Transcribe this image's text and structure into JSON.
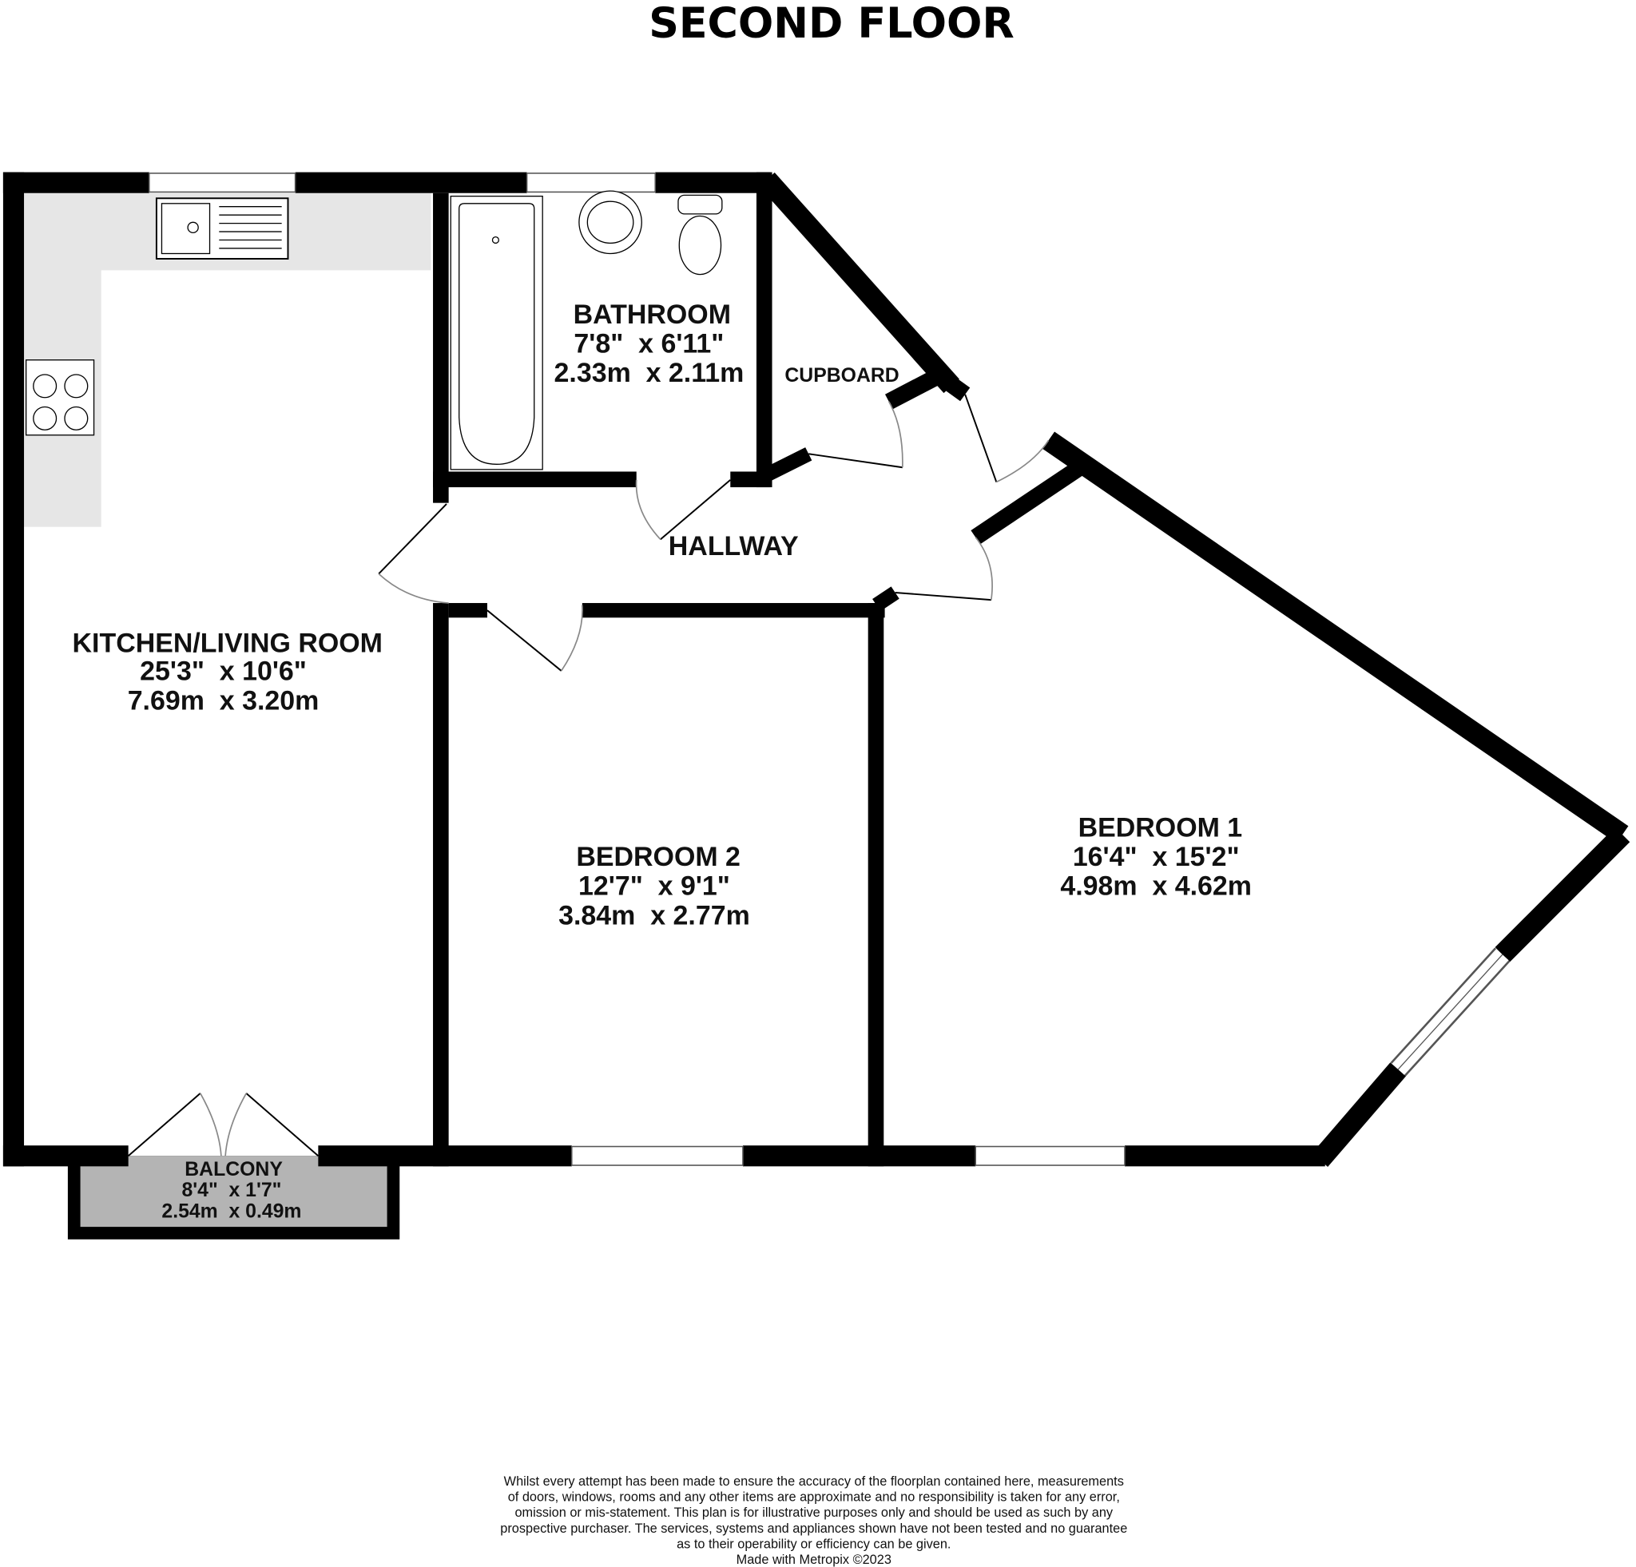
{
  "title": "SECOND FLOOR",
  "rooms": {
    "kitchen": {
      "name": "KITCHEN/LIVING ROOM",
      "imperial": "25'3\"  x 10'6\"",
      "metric": "7.69m  x 3.20m"
    },
    "bathroom": {
      "name": "BATHROOM",
      "imperial": "7'8\"  x 6'11\"",
      "metric": "2.33m  x 2.11m"
    },
    "cupboard": {
      "name": "CUPBOARD"
    },
    "hallway": {
      "name": "HALLWAY"
    },
    "bedroom2": {
      "name": "BEDROOM 2",
      "imperial": "12'7\"  x 9'1\"",
      "metric": "3.84m  x 2.77m"
    },
    "bedroom1": {
      "name": "BEDROOM 1",
      "imperial": "16'4\"  x 15'2\"",
      "metric": "4.98m  x 4.62m"
    },
    "balcony": {
      "name": "BALCONY",
      "imperial": "8'4\"  x 1'7\"",
      "metric": "2.54m  x 0.49m"
    }
  },
  "disclaimer": [
    "Whilst every attempt has been made to ensure the accuracy of the floorplan contained here, measurements",
    "of doors, windows, rooms and any other items are approximate and no responsibility is taken for any error,",
    "omission or mis-statement. This plan is for illustrative purposes only and should be used as such by any",
    "prospective purchaser. The services, systems and appliances shown have not been tested and no guarantee",
    "as to their operability or efficiency can be given.",
    "Made with Metropix ©2023"
  ],
  "colors": {
    "wall": "#000000",
    "counter": "#e6e6e6",
    "balcony": "#b4b4b4"
  }
}
